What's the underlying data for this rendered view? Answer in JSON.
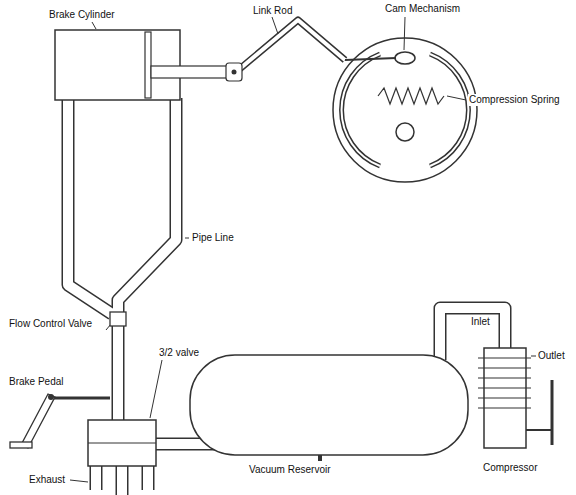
{
  "diagram": {
    "labels": [
      "Cam Mechanism",
      "Link Rod",
      "Brake Cylinder",
      "Compression Spring",
      "Pipe Line",
      "Inlet",
      "Outlet",
      "Flow Control Valve",
      "3/2 valve",
      "Brake Pedal",
      "Exhaust",
      "Vacuum Reservoir",
      "Compressor"
    ]
  }
}
